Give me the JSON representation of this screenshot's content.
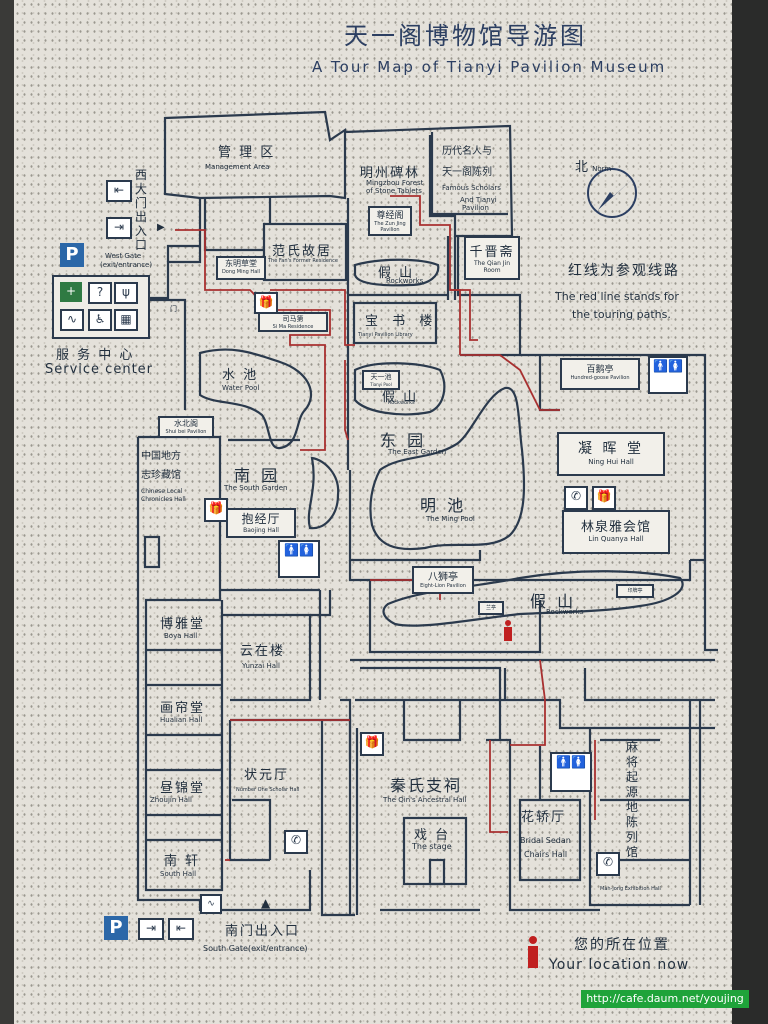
{
  "title": {
    "cn": "天一阁博物馆导游图",
    "en": "A Tour Map of Tianyi Pavilion Museum"
  },
  "north": {
    "cn": "北",
    "en": "Norm"
  },
  "legend": {
    "red_cn": "红线为参观线路",
    "red_en_1": "The red line stands for",
    "red_en_2": "the touring paths.",
    "here_cn": "您的所在位置",
    "here_en": "Your location now"
  },
  "service": {
    "cn": "服 务 中 心",
    "en": "Service center"
  },
  "gates": {
    "west_cn": "西大门出入口",
    "west_en_1": "West Gate",
    "west_en_2": "(exit/entrance)",
    "south_cn": "南门出入口",
    "south_en": "South Gate(exit/entrance)"
  },
  "areas": {
    "management_cn": "管 理 区",
    "management_en": "Management Area",
    "mingzhou_cn": "明州碑林",
    "mingzhou_en_1": "Mingzhou Forest",
    "mingzhou_en_2": "of Stone Tablets",
    "famous_cn_1": "历代名人与",
    "famous_cn_2": "天一阁陈列",
    "famous_en_1": "Famous Scholars",
    "famous_en_2": "And Tianyi",
    "famous_en_3": "Pavilion",
    "zunjing_cn": "尊经阁",
    "zunjing_en": "The Zun Jing Pavilion",
    "dongming_cn": "东明草堂",
    "dongming_en": "Dong Ming Hall",
    "fan_cn": "范氏故居",
    "fan_en": "The Fan's Former Residence",
    "rockwork1_cn": "假 山",
    "rockwork1_en": "Rockworks",
    "qianjin_cn": "千晋斋",
    "qianjin_en": "The Qian Jin Room",
    "sima_cn": "司马第",
    "sima_en": "Si Ma Residence",
    "baoshu_cn": "宝 书 楼",
    "baoshu_en": "Tianyi Pavilion Library",
    "tianyichi_cn": "天一池",
    "tianyichi_en": "Tianyi Pool",
    "rockwork2_cn": "假 山",
    "rockwork2_en": "Rockworks",
    "water_cn": "水 池",
    "water_en": "Water Pool",
    "baie_cn": "百鹅亭",
    "baie_en": "Hundred-goose Pavilion",
    "shuibei_cn": "水北阁",
    "shuibei_en": "Shui bei Pavilion",
    "east_cn": "东 园",
    "east_en": "The East Garden",
    "ninghui_cn": "凝 晖 堂",
    "ninghui_en": "Ning Hui Hall",
    "local_cn_1": "中国地方",
    "local_cn_2": "志珍藏馆",
    "local_en_1": "Chinese Local",
    "local_en_2": "Chronicles Hall",
    "south_garden_cn": "南 园",
    "south_garden_en": "The South Garden",
    "ming_cn": "明   池",
    "ming_en": "The Ming Pool",
    "baojing_cn": "抱经厅",
    "baojing_en": "Baojing Hall",
    "linquan_cn": "林泉雅会馆",
    "linquan_en": "Lin Quanya Hall",
    "bashi_cn": "八狮亭",
    "bashi_en": "Eight-Lion Pavilion",
    "rockwork3_cn": "假   山",
    "rockwork3_en": "Rockworks",
    "lanting_cn": "兰亭",
    "yinpai_cn": "印牌亭",
    "boya_cn": "博雅堂",
    "boya_en": "Boya Hall",
    "yunzai_cn": "云在楼",
    "yunzai_en": "Yunzai Hall",
    "hualian_cn": "画帘堂",
    "hualian_en": "Hualian Hall",
    "zhuangyuan_cn": "状元厅",
    "zhuangyuan_en": "Number One Scholar Hall",
    "zhoujin_cn": "昼锦堂",
    "zhoujin_en": "Zhoujin Hall",
    "qin_cn": "秦氏支祠",
    "qin_en": "The Qin's Ancestral Hall",
    "huajiao_cn": "花轿厅",
    "huajiao_en_1": "Bridal Sedan",
    "huajiao_en_2": "Chairs Hall",
    "majiang_cn": "麻将起源地陈列馆",
    "majiang_en": "Mah-jong Exhibition Hall",
    "xitai_cn": "戏 台",
    "xitai_en": "The stage",
    "nanxuan_cn": "南  轩",
    "nanxuan_en": "South Hall",
    "bridge_cn": "门"
  },
  "watermark": "http://cafe.daum.net/youjing",
  "colors": {
    "panel": "#e4e1da",
    "line": "#2b3a4d",
    "route": "#b02a2a",
    "blue": "#2c3f62",
    "p_blue": "#2b67a8",
    "url_green": "#1fa33a"
  }
}
